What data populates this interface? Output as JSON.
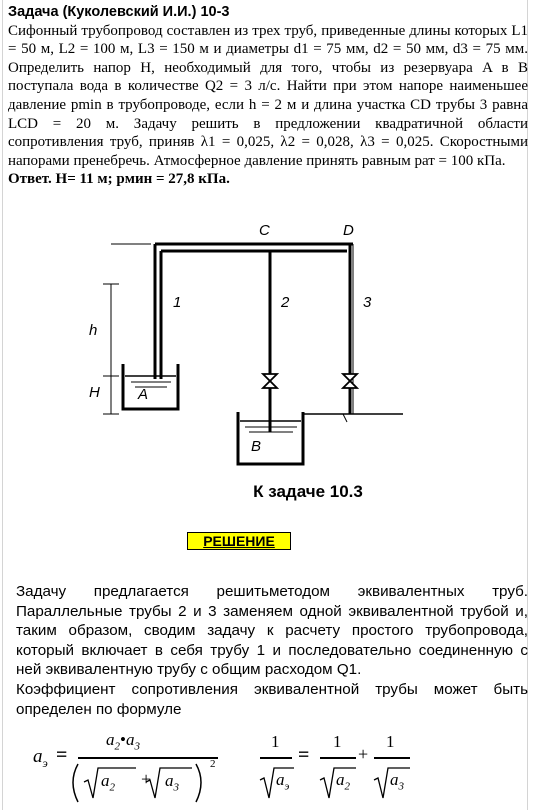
{
  "problem": {
    "title": "Задача (Куколевский И.И.) 10-3",
    "text": "Сифонный трубопровод составлен из трех труб, приведенные длины которых L1 = 50 м, L2 = 100 м, L3 = 150 м и диаметры d1 = 75 мм, d2 = 50 мм, d3 = 75 мм. Определить напор H, необходимый для того, чтобы из резервуара A в B поступала вода в количестве Q2 = 3 л/с. Найти при этом напоре наименьшее давление pmin в трубопроводе, если h = 2 м и длина участка CD трубы 3 равна LCD = 20 м. Задачу решить в предложении квадратичной области сопротивления труб, приняв λ1 = 0,025, λ2 = 0,028, λ3 = 0,025. Скоростными напорами пренебречь. Атмосферное давление принять равным pат = 100 кПа.",
    "answer": "Ответ. H= 11 м; pмин = 27,8 кПа."
  },
  "figure": {
    "point_c": "C",
    "point_d": "D",
    "pipe_1": "1",
    "pipe_2": "2",
    "pipe_3": "3",
    "tank_a": "A",
    "tank_b": "B",
    "dim_h_upper": "h",
    "dim_h_lower": "H",
    "caption": "К задаче 10.3"
  },
  "solution": {
    "heading": "РЕШЕНИЕ",
    "para1_first_line": "Задачу предлагается решитьметодом эквивалентных труб.",
    "para1_rest": "Параллельные трубы 2 и 3 заменяем одной эквивалентной трубой и, таким образом, сводим задачу к расчету простого трубопровода, который включает в себя трубу 1 и последовательно соединенную с ней эквивалентную трубу с общим расходом Q1.",
    "para2": "Коэффициент сопротивления эквивалентной трубы может быть определен по формуле"
  },
  "formula": {
    "lhs": "a",
    "lhs_sub": "э",
    "equals": "=",
    "a2": "a",
    "sub2": "2",
    "dot": "•",
    "a3": "a",
    "sub3": "3",
    "power": "2",
    "plus": "+",
    "one": "1"
  }
}
